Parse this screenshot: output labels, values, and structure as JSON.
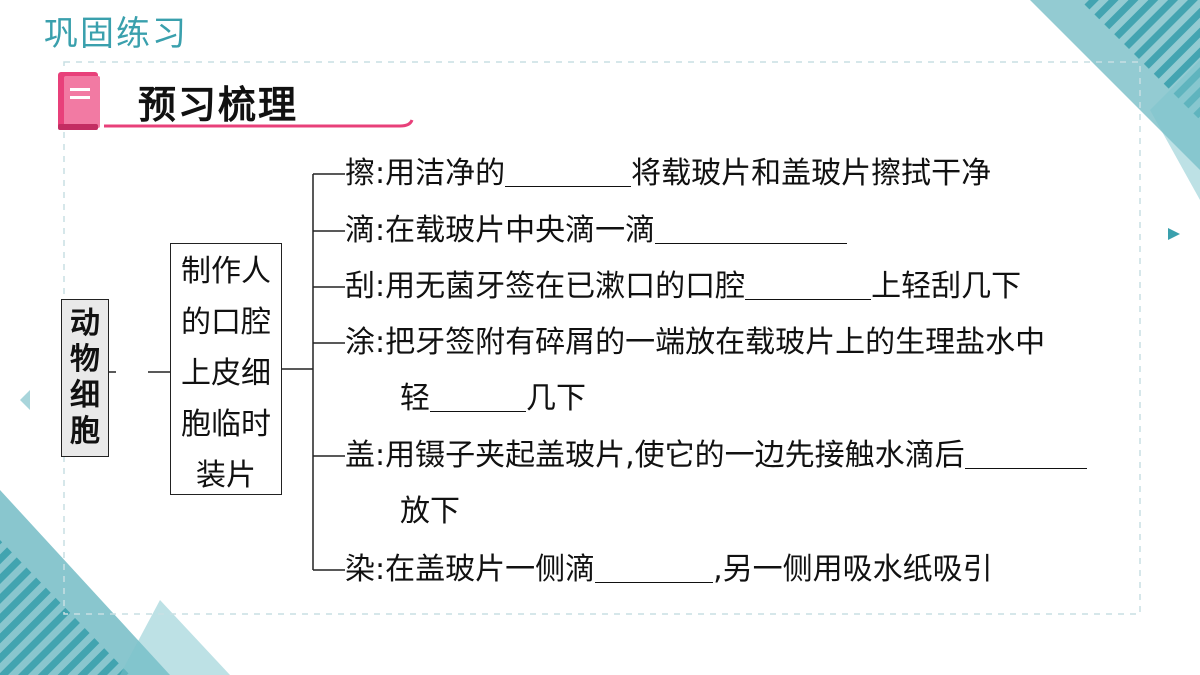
{
  "header": {
    "title": "巩固练习"
  },
  "section": {
    "label": "预习梳理"
  },
  "tree": {
    "root": "动物细胞",
    "branch": "制作人的口腔上皮细胞临时装片",
    "steps": {
      "ca": {
        "verb": "擦",
        "before": ":用洁净的",
        "after": "将载玻片和盖玻片擦拭干净"
      },
      "di": {
        "verb": "滴",
        "before": ":在载玻片中央滴一滴",
        "after": ""
      },
      "gua": {
        "verb": "刮",
        "before": ":用无菌牙签在已漱口的口腔",
        "after": "上轻刮几下"
      },
      "tu": {
        "verb": "涂",
        "before": ":把牙签附有碎屑的一端放在载玻片上的生理盐水中",
        "cont_before": "轻",
        "cont_after": "几下"
      },
      "gai": {
        "verb": "盖",
        "before": ":用镊子夹起盖玻片,使它的一边先接触水滴后",
        "cont": "放下"
      },
      "ran": {
        "verb": "染",
        "before": ":在盖玻片一侧滴",
        "after": ",另一侧用吸水纸吸引"
      }
    }
  },
  "colors": {
    "teal": "#3aa0ad",
    "pink": "#e8407a",
    "light_teal": "#a8d5db"
  },
  "icons": {
    "section": "book-icon"
  }
}
